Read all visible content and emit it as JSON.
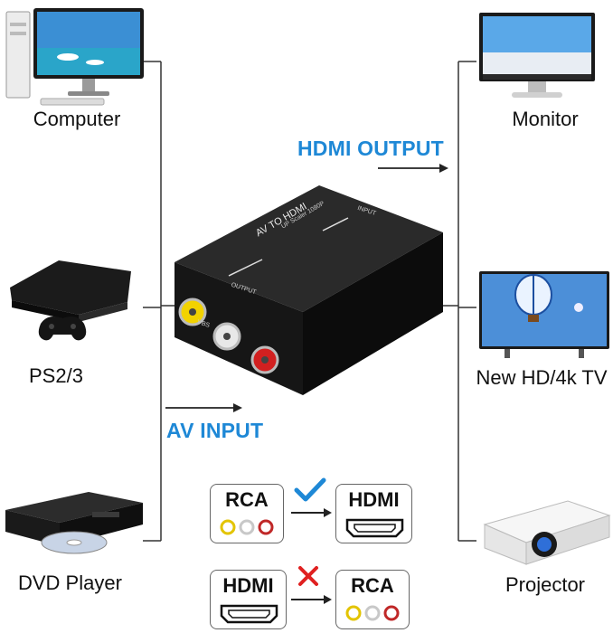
{
  "devices_left": [
    {
      "label": "Computer",
      "icon": "desktop-computer-icon"
    },
    {
      "label": "PS2/3",
      "icon": "game-console-icon"
    },
    {
      "label": "DVD Player",
      "icon": "dvd-player-icon"
    }
  ],
  "devices_right": [
    {
      "label": "Monitor",
      "icon": "monitor-icon"
    },
    {
      "label": "New HD/4k TV",
      "icon": "tv-icon"
    },
    {
      "label": "Projector",
      "icon": "projector-icon"
    }
  ],
  "headings": {
    "hdmi_output": "HDMI OUTPUT",
    "av_input": "AV INPUT"
  },
  "device_text": {
    "top_label": "AV TO HDMI",
    "sub_label": "UP Scaler 1080P",
    "output": "OUTPUT",
    "input": "INPUT",
    "vbs": "VBS"
  },
  "conversions": [
    {
      "from": "RCA",
      "to": "HDMI",
      "status": "supported",
      "status_icon": "checkmark-icon",
      "status_color": "#1e88d6"
    },
    {
      "from": "HDMI",
      "to": "RCA",
      "status": "unsupported",
      "status_icon": "cross-icon",
      "status_color": "#e02020"
    }
  ],
  "colors": {
    "accent_blue": "#1e88d6",
    "cross_red": "#e02020",
    "rca_yellow": "#f2d200",
    "rca_white": "#e8e8e8",
    "rca_red": "#d22020"
  }
}
